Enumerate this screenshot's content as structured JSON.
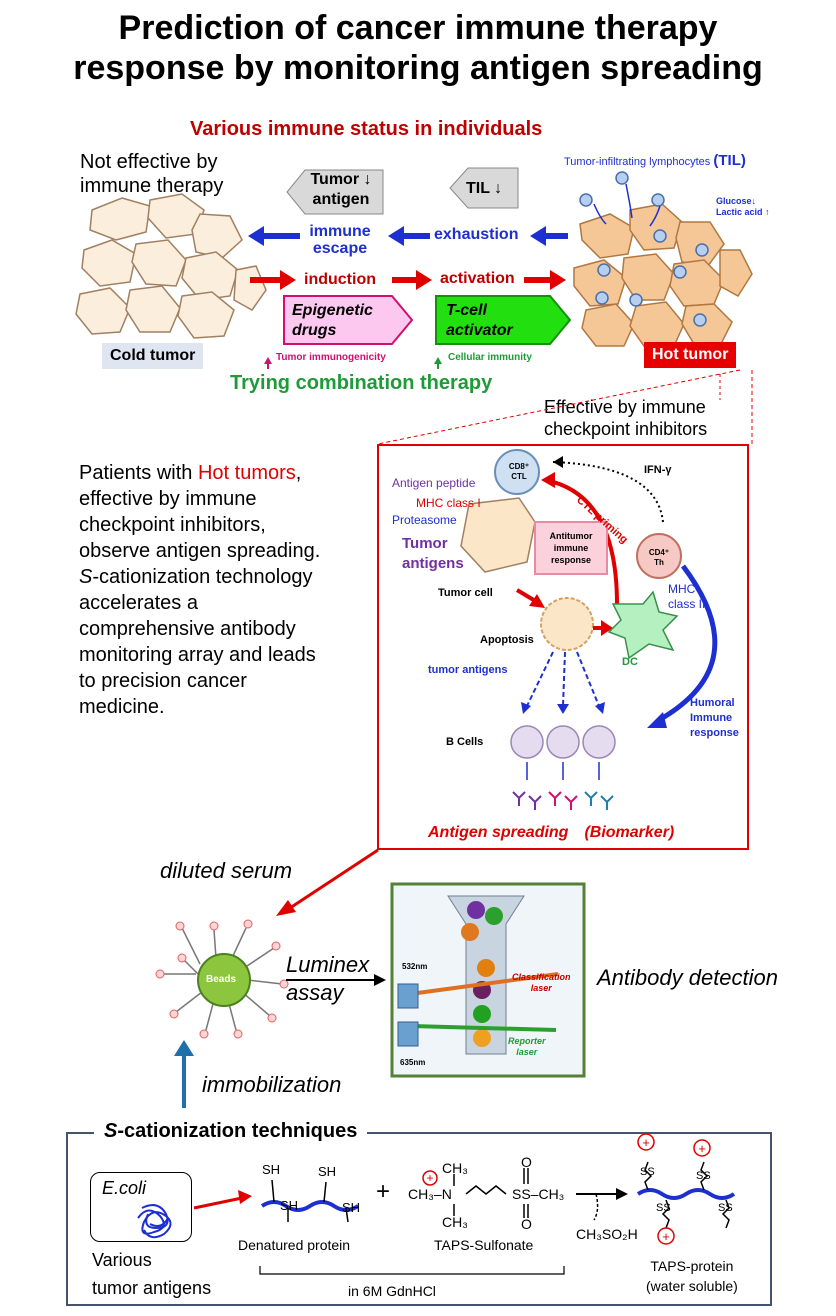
{
  "title": {
    "line1": "Prediction of cancer immune therapy",
    "line2": "response by monitoring antigen spreading"
  },
  "immune_status": {
    "heading": "Various immune status in individuals",
    "not_effective_line1": "Not effective by",
    "not_effective_line2": "immune therapy",
    "tumor_antigen_line1": "Tumor",
    "tumor_antigen_line2": "antigen",
    "til_box": "TIL",
    "til_caption": "Tumor-infiltrating lymphocytes",
    "til_abbrev": "(TIL)",
    "glucose": "Glucose↓",
    "lactic": "Lactic acid ↑",
    "immune_escape_line1": "immune",
    "immune_escape_line2": "escape",
    "exhaustion": "exhaustion",
    "induction": "induction",
    "activation": "activation",
    "epigenetic_line1": "Epigenetic",
    "epigenetic_line2": "drugs",
    "tcell_line1": "T-cell",
    "tcell_line2": "activator",
    "cold_tumor": "Cold tumor",
    "hot_tumor": "Hot tumor",
    "immunogenicity": "Tumor immunogenicity",
    "cellular_immunity": "Cellular immunity",
    "combination": "Trying combination therapy",
    "effective_line1": "Effective by immune",
    "effective_line2": "checkpoint inhibitors"
  },
  "patients_text": {
    "part1": "Patients with ",
    "hot": "Hot tumors",
    "part2": ",",
    "line2": "effective by immune",
    "line3": "checkpoint inhibitors,",
    "line4": "observe antigen spreading.",
    "s": "S",
    "line5": "-cationization technology",
    "line6": "accelerates a",
    "line7": "comprehensive antibody",
    "line8": "monitoring array and leads",
    "line9": "to precision cancer",
    "line10": "medicine."
  },
  "mechanism": {
    "cd8_line1": "CD8⁺",
    "cd8_line2": "CTL",
    "ifn": "IFN-γ",
    "ctl_priming": "CTL priming",
    "antigen_peptide": "Antigen peptide",
    "mhc1": "MHC class I",
    "proteasome": "Proteasome",
    "tumor_antigens_line1": "Tumor",
    "tumor_antigens_line2": "antigens",
    "antitumor_line1": "Antitumor",
    "antitumor_line2": "immune",
    "antitumor_line3": "response",
    "cd4_line1": "CD4⁺",
    "cd4_line2": "Th",
    "tumor_cell": "Tumor cell",
    "mhc2_line1": "MHC",
    "mhc2_line2": "class II",
    "apoptosis": "Apoptosis",
    "dc": "DC",
    "tumor_antigens_lower": "tumor antigens",
    "humoral_line1": "Humoral",
    "humoral_line2": "Immune",
    "humoral_line3": "response",
    "b_cells": "B Cells",
    "antigen_spreading": "Antigen spreading　(Biomarker)"
  },
  "assay": {
    "diluted_serum": "diluted serum",
    "beads": "Beads",
    "luminex_line1": "Luminex",
    "luminex_line2": "assay",
    "antibody_detection": "Antibody detection",
    "nm532": "532nm",
    "nm635": "635nm",
    "classification_line1": "Classification",
    "classification_line2": "laser",
    "reporter_line1": "Reporter",
    "reporter_line2": "laser",
    "immobilization": "immobilization"
  },
  "techniques": {
    "s": "S",
    "heading": "-cationization techniques",
    "ecoli": "E.coli",
    "various_line1": "Various",
    "various_line2": "tumor antigens",
    "sh": "SH",
    "plus": "+",
    "ch3": "CH₃",
    "ch3n": "CH₃–N",
    "ss_ch3": "SS–CH₃",
    "o": "O",
    "denatured": "Denatured protein",
    "taps_sulfonate": "TAPS-Sulfonate",
    "ch3so2h": "CH₃SO₂H",
    "ss": "SS",
    "taps_protein_line1": "TAPS-protein",
    "taps_protein_line2": "(water soluble)",
    "gdnhcl": "in 6M GdnHCl"
  },
  "colors": {
    "red": "#e00000",
    "dark_red": "#c00000",
    "blue": "#1d2fd0",
    "green": "#1e9b37",
    "purple": "#7030a0",
    "tumor_fill": "#fbeedd",
    "hot_fill": "#f6c796"
  }
}
